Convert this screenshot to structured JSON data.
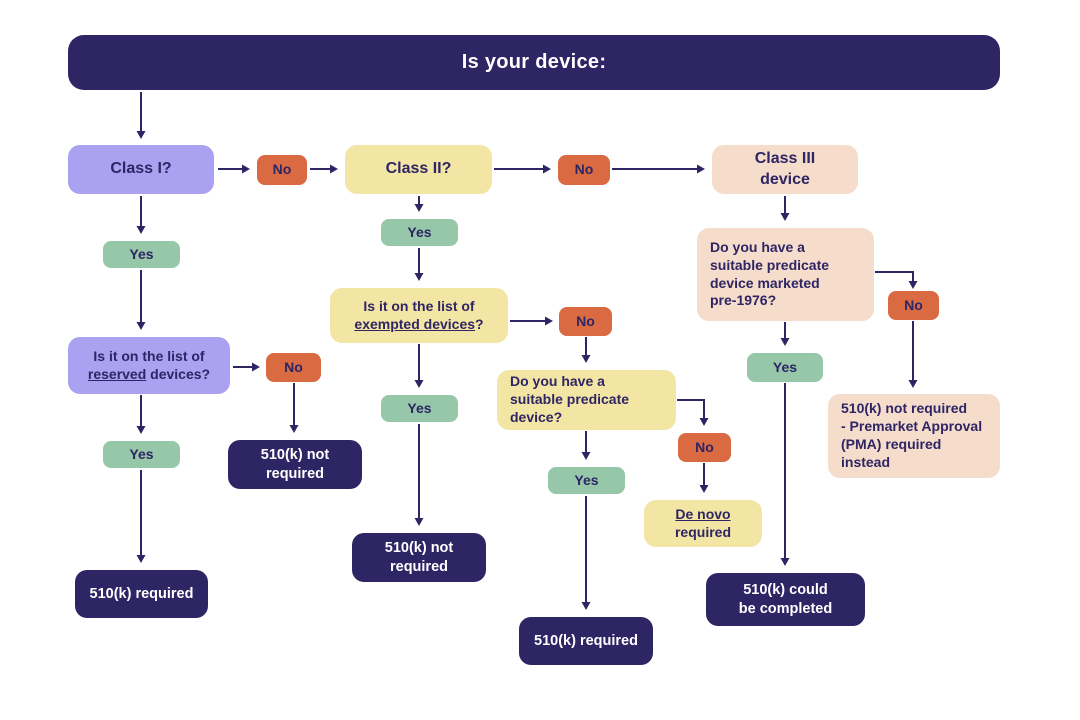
{
  "colors": {
    "navy": "#2e2565",
    "lavender": "#aaa1f0",
    "yellow": "#f3e5a3",
    "peach": "#f6dcca",
    "green": "#96c7a8",
    "orange": "#d96a42",
    "background": "#ffffff"
  },
  "nodes": {
    "header": {
      "label": "Is your device:"
    },
    "class1": {
      "label": "Class I?"
    },
    "no1": {
      "label": "No"
    },
    "class2": {
      "label": "Class II?"
    },
    "no2": {
      "label": "No"
    },
    "class3": {
      "label": "Class III\ndevice"
    },
    "yes1": {
      "label": "Yes"
    },
    "reserved": {
      "pre": "Is it on the list of ",
      "link": "reserved",
      "post": " devices?"
    },
    "no3": {
      "label": "No"
    },
    "notreq1": {
      "label": "510(k) not\nrequired"
    },
    "yes2": {
      "label": "Yes"
    },
    "req1": {
      "label": "510(k) required"
    },
    "yes3": {
      "label": "Yes"
    },
    "exempted": {
      "pre": "Is it on the list of ",
      "link": "exempted devices",
      "post": "?"
    },
    "no4": {
      "label": "No"
    },
    "predicate": {
      "label": "Do you have a\nsuitable predicate\ndevice?"
    },
    "yes4": {
      "label": "Yes"
    },
    "notreq2": {
      "label": "510(k) not\nrequired"
    },
    "yes5": {
      "label": "Yes"
    },
    "req2": {
      "label": "510(k) required"
    },
    "no5": {
      "label": "No"
    },
    "denovo": {
      "link": "De novo",
      "post": " required"
    },
    "pre1976": {
      "label": "Do you have a\nsuitable predicate\ndevice marketed\npre-1976?"
    },
    "no6": {
      "label": "No"
    },
    "yes6": {
      "label": "Yes"
    },
    "pma": {
      "label": "510(k) not required\n- Premarket Approval\n(PMA) required\ninstead"
    },
    "could": {
      "label": "510(k) could\nbe completed"
    }
  }
}
